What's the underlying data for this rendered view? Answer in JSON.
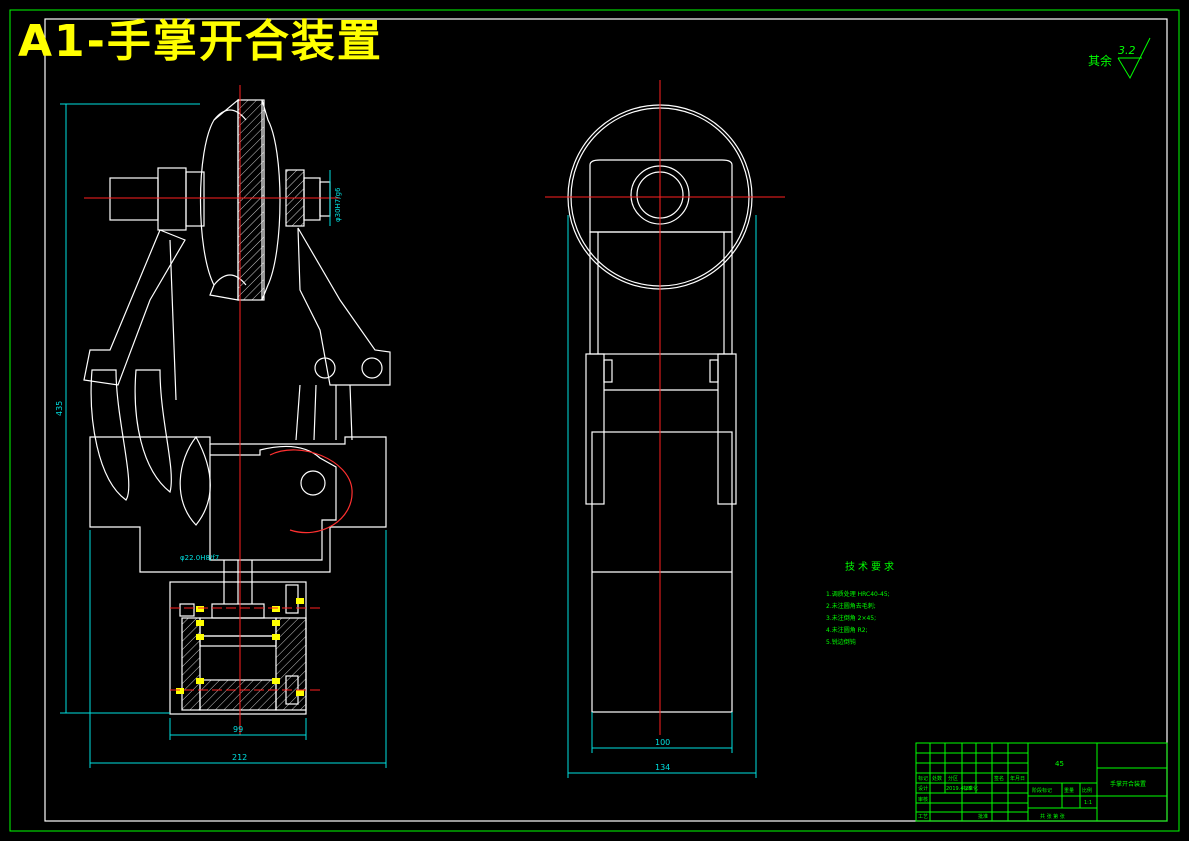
{
  "drawing_title": "A1-手掌开合装置",
  "surface_finish": {
    "label": "其余",
    "value": "3.2"
  },
  "dimensions": {
    "height_435": "435",
    "width_99": "99",
    "width_212": "212",
    "width_100": "100",
    "width_134": "134",
    "shaft_fit": "φ30H7/g6",
    "shaft_fit_lower": "φ22.0H8/f7"
  },
  "tech_requirements": {
    "heading": "技术要求",
    "items": [
      "1.调质处理 HRC40-45;",
      "2.未注圆角去毛刺;",
      "3.未注倒角 2×45;",
      "4.未注圆角 R2;",
      "5.锐边倒钝"
    ]
  },
  "title_block": {
    "material": "45",
    "part_name": "手掌开合装置",
    "row_labels": [
      "标记",
      "设计",
      "审核",
      "工艺"
    ],
    "col_labels": [
      "处数",
      "分区"
    ],
    "std_label": "标准化",
    "sign_label": "签名",
    "date_label": "年月日",
    "stage_label": "阶段标记",
    "weight_label": "重量",
    "scale_label": "比例",
    "scale_value": "1:1",
    "date_value": "2019.4.26",
    "approve_label": "批准",
    "sheet_info": "共 张 第 张"
  }
}
